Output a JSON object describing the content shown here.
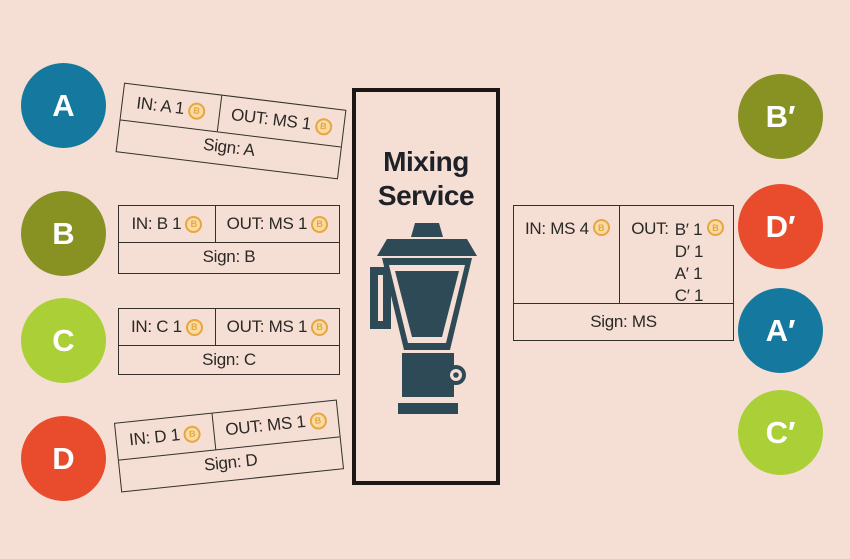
{
  "palette": {
    "background": "#f5ded4",
    "node_blue": "#15799f",
    "node_olive": "#879222",
    "node_green": "#abd037",
    "node_red": "#e94c2d",
    "blender_dark": "#2d4a56",
    "box_border": "#1c1715",
    "card_border": "#33302a",
    "text_dark": "#2b2925",
    "coin_ring": "#e9a53f",
    "coin_fill": "#f8dca6"
  },
  "coin": {
    "symbol": "B"
  },
  "mixing_service": {
    "title_line1": "Mixing",
    "title_line2": "Service",
    "icon": "blender-icon"
  },
  "senders": [
    {
      "label": "A",
      "color": "#15799f",
      "tx_in": "IN: A 1",
      "tx_out": "OUT: MS 1",
      "sign": "Sign: A"
    },
    {
      "label": "B",
      "color": "#879222",
      "tx_in": "IN: B 1",
      "tx_out": "OUT: MS 1",
      "sign": "Sign: B"
    },
    {
      "label": "C",
      "color": "#abd037",
      "tx_in": "IN: C 1",
      "tx_out": "OUT: MS 1",
      "sign": "Sign: C"
    },
    {
      "label": "D",
      "color": "#e94c2d",
      "tx_in": "IN: D 1",
      "tx_out": "OUT: MS 1",
      "sign": "Sign: D"
    }
  ],
  "mixer_tx": {
    "in": "IN: MS 4",
    "out_label": "OUT:",
    "out_lines": [
      "B′ 1",
      "D′ 1",
      "A′ 1",
      "C′ 1"
    ],
    "sign": "Sign: MS"
  },
  "receivers": [
    {
      "label": "B′",
      "color": "#879222"
    },
    {
      "label": "D′",
      "color": "#e94c2d"
    },
    {
      "label": "A′",
      "color": "#15799f"
    },
    {
      "label": "C′",
      "color": "#abd037"
    }
  ]
}
